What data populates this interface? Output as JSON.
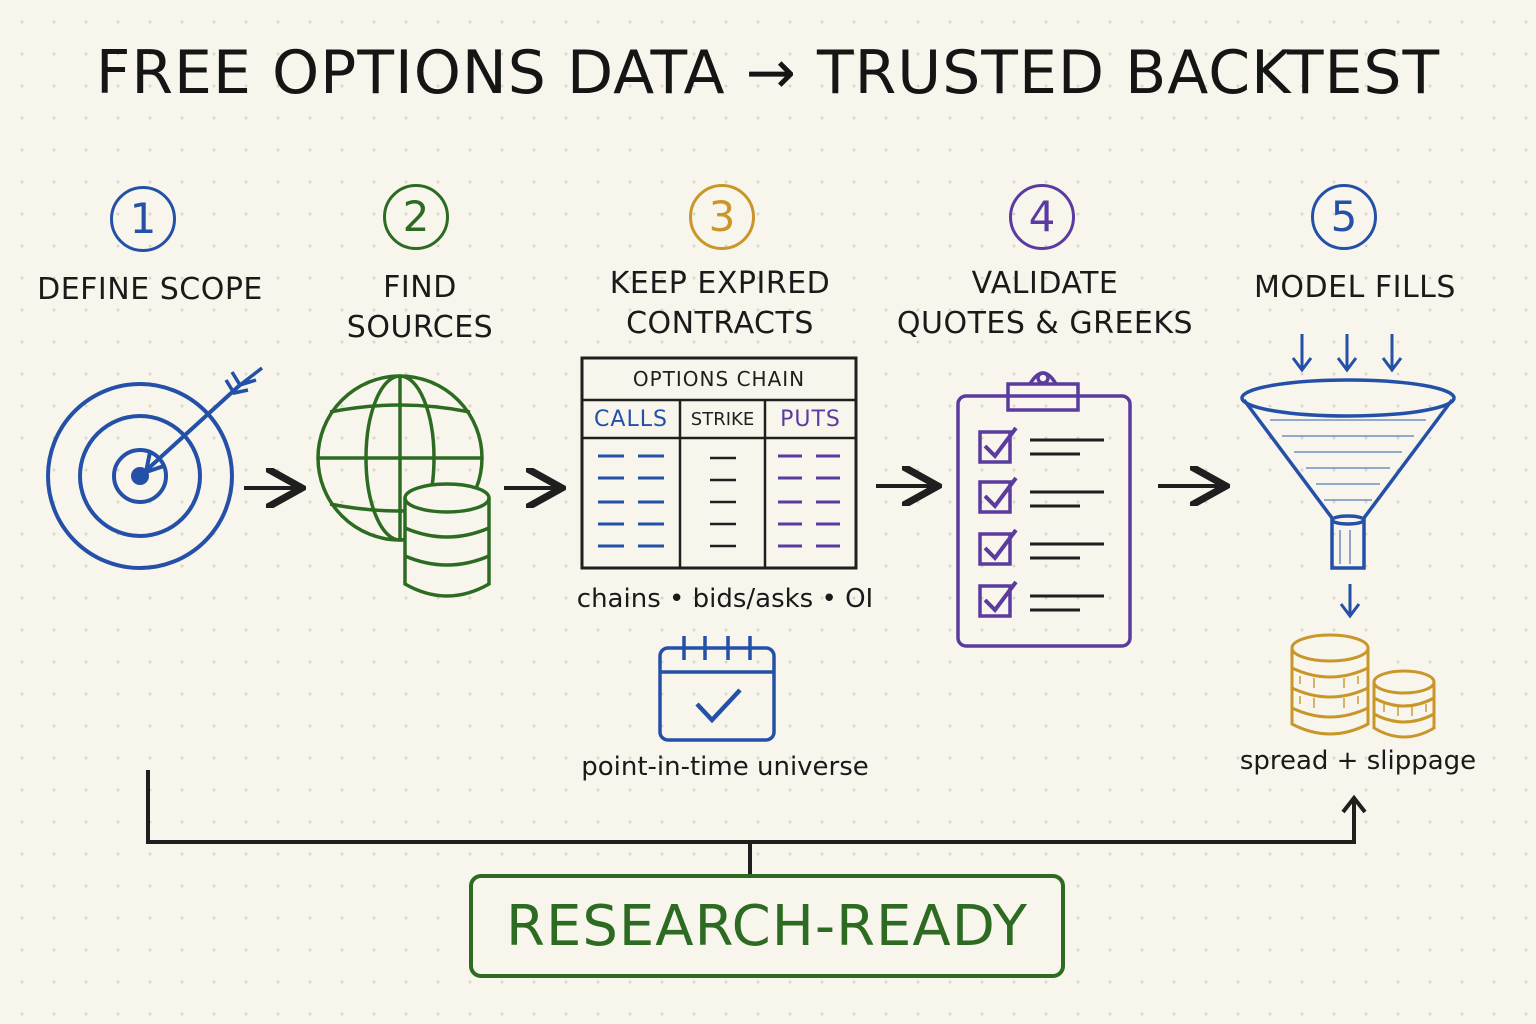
{
  "title": "FREE OPTIONS DATA → TRUSTED BACKTEST",
  "colors": {
    "blue": "#2450a8",
    "green": "#2d6b22",
    "gold": "#c9962a",
    "purple": "#5b3b9f",
    "ink": "#1f1f1f"
  },
  "steps": [
    {
      "number": "1",
      "line1": "DEFINE SCOPE",
      "line2": "",
      "icon": "target-icon"
    },
    {
      "number": "2",
      "line1": "FIND",
      "line2": "SOURCES",
      "icon": "globe-database-icon"
    },
    {
      "number": "3",
      "line1": "KEEP EXPIRED",
      "line2": "CONTRACTS",
      "icon": "options-chain-table"
    },
    {
      "number": "4",
      "line1": "VALIDATE",
      "line2": "QUOTES & GREEKS",
      "icon": "clipboard-checklist-icon"
    },
    {
      "number": "5",
      "line1": "MODEL FILLS",
      "line2": "",
      "icon": "funnel-icon"
    }
  ],
  "options_chain": {
    "header": "OPTIONS CHAIN",
    "columns": [
      "CALLS",
      "STRIKE",
      "PUTS"
    ]
  },
  "captions": {
    "chain": "chains • bids/asks • OI",
    "calendar": "point-in-time universe",
    "fills": "spread + slippage"
  },
  "footer": "RESEARCH-READY"
}
